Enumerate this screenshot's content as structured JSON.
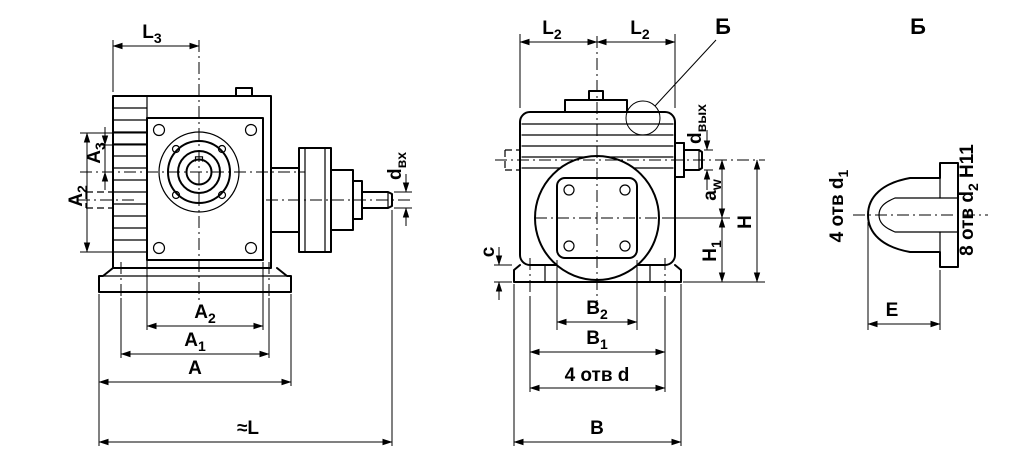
{
  "drawing": {
    "type": "technical-drawing",
    "subject": "worm-gear-reducer-three-views",
    "colors": {
      "line": "#000000",
      "background": "#ffffff"
    },
    "front": {
      "L3": {
        "main": "L",
        "sub": "3"
      },
      "A3": {
        "main": "A",
        "sub": "3"
      },
      "A2_side": {
        "main": "A",
        "sub": "2"
      },
      "A2_bottom": {
        "main": "A",
        "sub": "2"
      },
      "A1": {
        "main": "A",
        "sub": "1"
      },
      "A": {
        "main": "A"
      },
      "L_approx": {
        "main": "≈L"
      },
      "d_in": {
        "main": "d",
        "sub": "вх"
      }
    },
    "side": {
      "L2_left": {
        "main": "L",
        "sub": "2"
      },
      "L2_right": {
        "main": "L",
        "sub": "2"
      },
      "callout": {
        "main": "Б"
      },
      "d_out": {
        "main": "d",
        "sub": "вых"
      },
      "a_w": {
        "main": "a",
        "sub": "w"
      },
      "H": {
        "main": "H"
      },
      "H1": {
        "main": "H",
        "sub": "1"
      },
      "c": {
        "main": "c"
      },
      "B2": {
        "main": "B",
        "sub": "2"
      },
      "B1": {
        "main": "B",
        "sub": "1"
      },
      "holes_d": {
        "main": "4 отв d"
      },
      "B": {
        "main": "B"
      }
    },
    "detail": {
      "title": {
        "main": "Б"
      },
      "holes_d1": {
        "main": "4 отв d",
        "sub": "1"
      },
      "holes_d2": {
        "main": "8 отв d",
        "sub": "2",
        "tail": " H11"
      },
      "E": {
        "main": "E"
      }
    }
  }
}
